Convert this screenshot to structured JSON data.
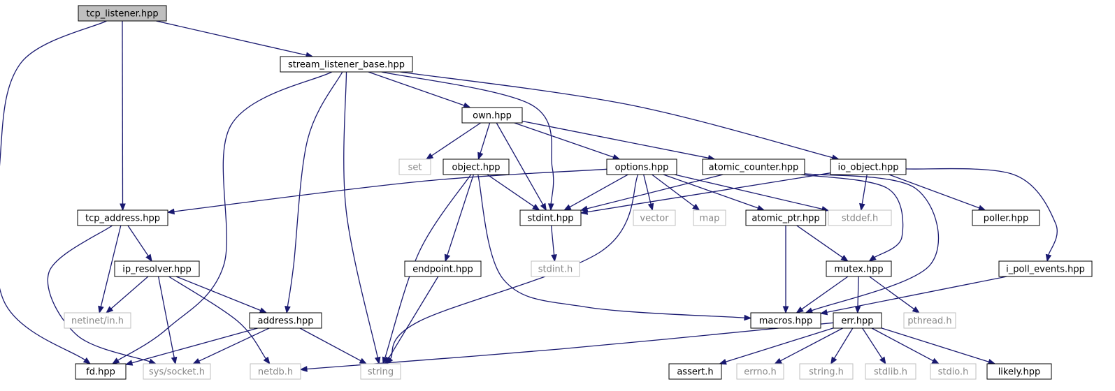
{
  "colors": {
    "edge": "#191970",
    "root_fill": "#bfbfbf",
    "node_border": "#000000",
    "external_border": "#bfbfbf",
    "external_text": "#888888"
  },
  "nodes": {
    "tcp_listener": "tcp_listener.hpp",
    "stream_listener_base": "stream_listener_base.hpp",
    "own": "own.hpp",
    "set": "set",
    "object": "object.hpp",
    "options": "options.hpp",
    "atomic_counter": "atomic_counter.hpp",
    "io_object": "io_object.hpp",
    "tcp_address": "tcp_address.hpp",
    "stdint_hpp": "stdint.hpp",
    "vector": "vector",
    "map": "map",
    "atomic_ptr": "atomic_ptr.hpp",
    "stddef": "stddef.h",
    "poller": "poller.hpp",
    "ip_resolver": "ip_resolver.hpp",
    "stdint_h": "stdint.h",
    "endpoint": "endpoint.hpp",
    "mutex": "mutex.hpp",
    "i_poll_events": "i_poll_events.hpp",
    "netinet": "netinet/in.h",
    "address": "address.hpp",
    "macros": "macros.hpp",
    "err": "err.hpp",
    "pthread": "pthread.h",
    "fd": "fd.hpp",
    "sys_socket": "sys/socket.h",
    "netdb": "netdb.h",
    "string": "string",
    "assert": "assert.h",
    "errno": "errno.h",
    "string_h": "string.h",
    "stdlib": "stdlib.h",
    "stdio": "stdio.h",
    "likely": "likely.hpp"
  }
}
